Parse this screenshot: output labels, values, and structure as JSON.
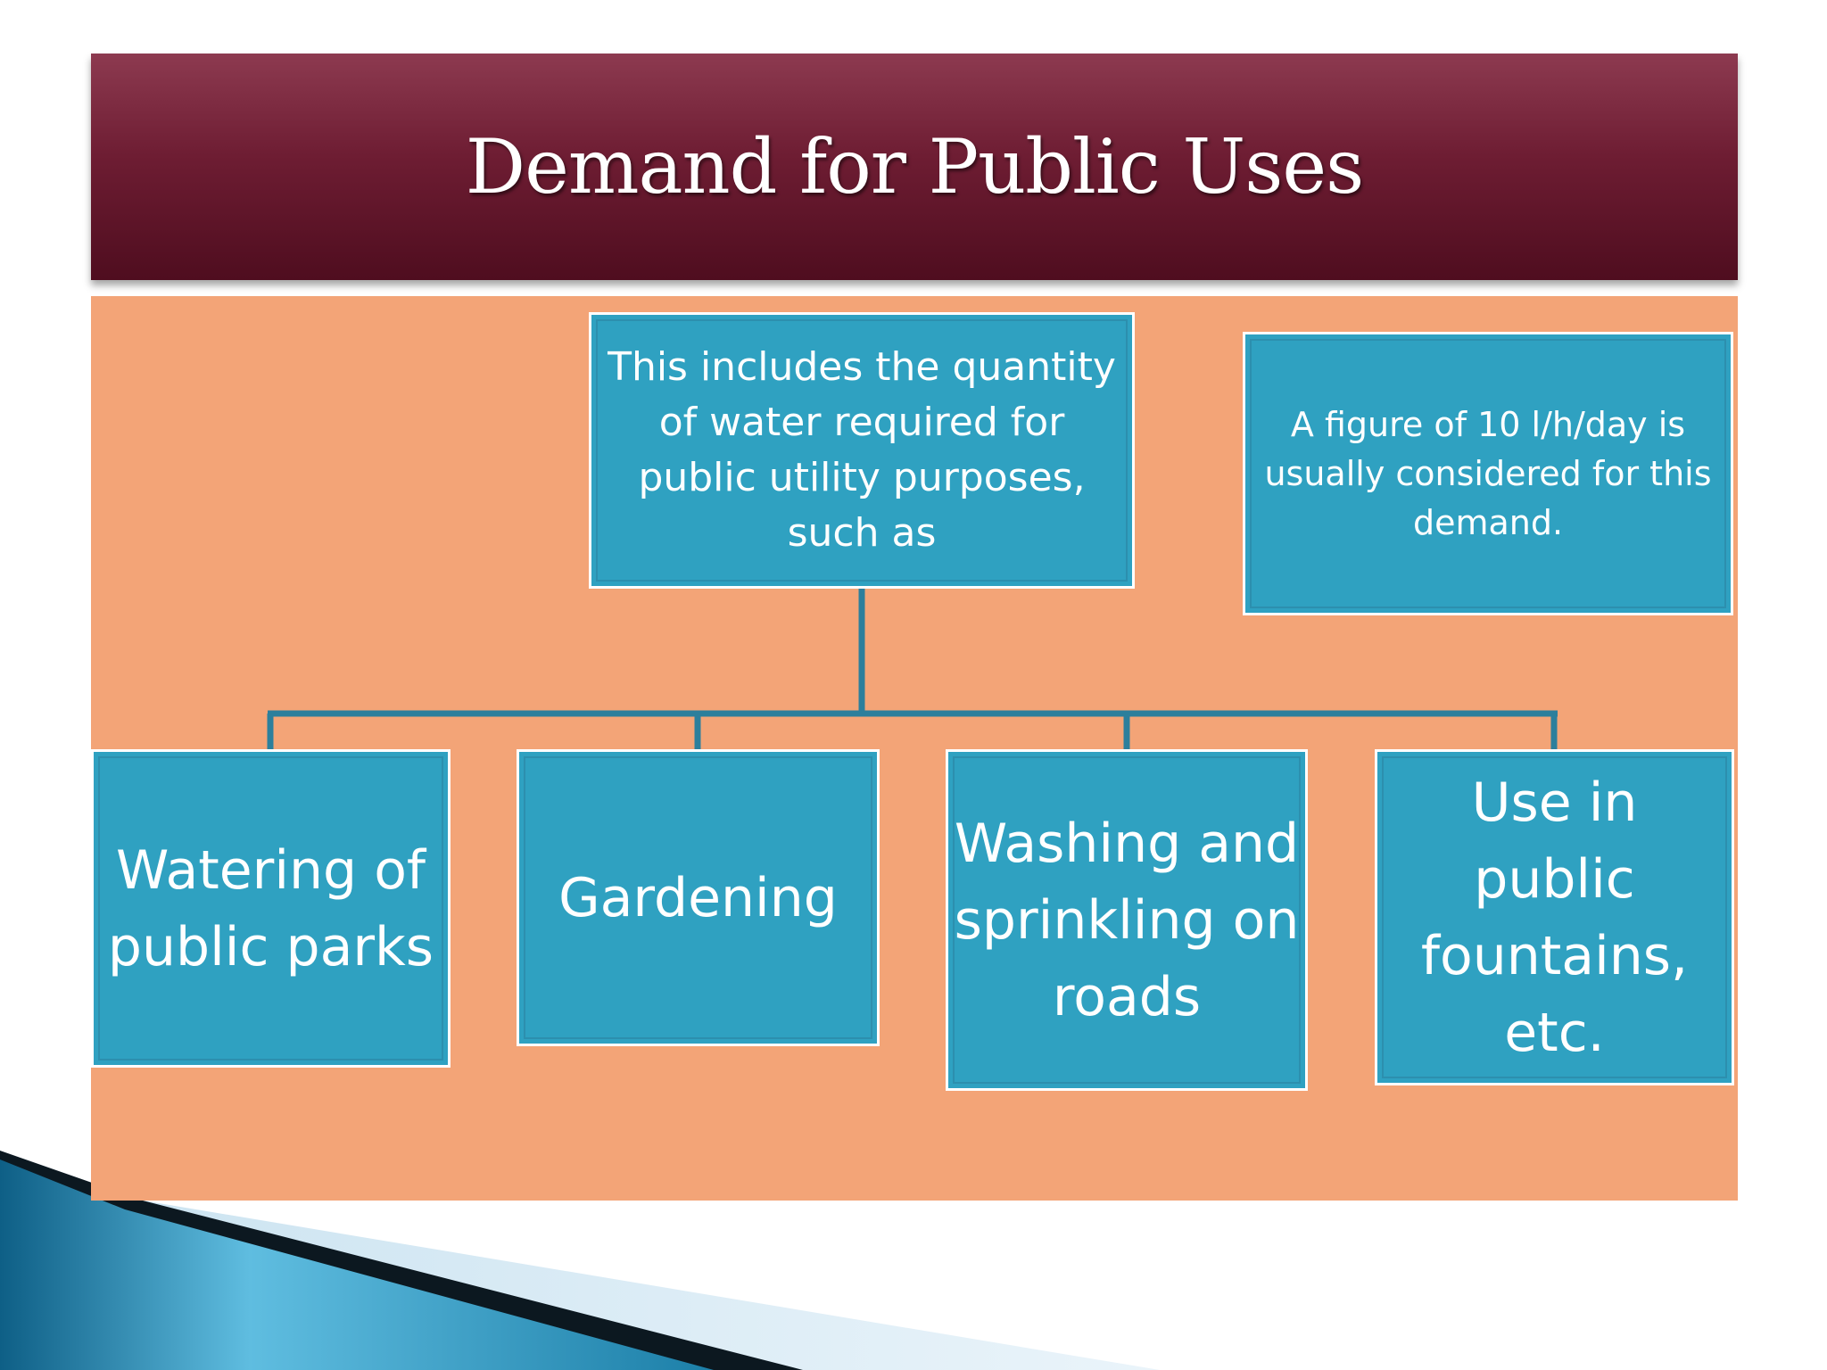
{
  "title": "Demand for Public Uses",
  "main_box": "This includes the quantity of water required for public utility purposes, such as",
  "note_box": "A figure of 10 l/h/day is usually considered for this demand.",
  "children": [
    "Watering of public parks",
    "Gardening",
    "Washing and sprinkling on roads",
    "Use in public fountains, etc."
  ],
  "colors": {
    "title_bar": "#6e1d33",
    "panel": "#f3a477",
    "box_fill": "#2fa1c1",
    "connector": "#2c7f9c"
  }
}
